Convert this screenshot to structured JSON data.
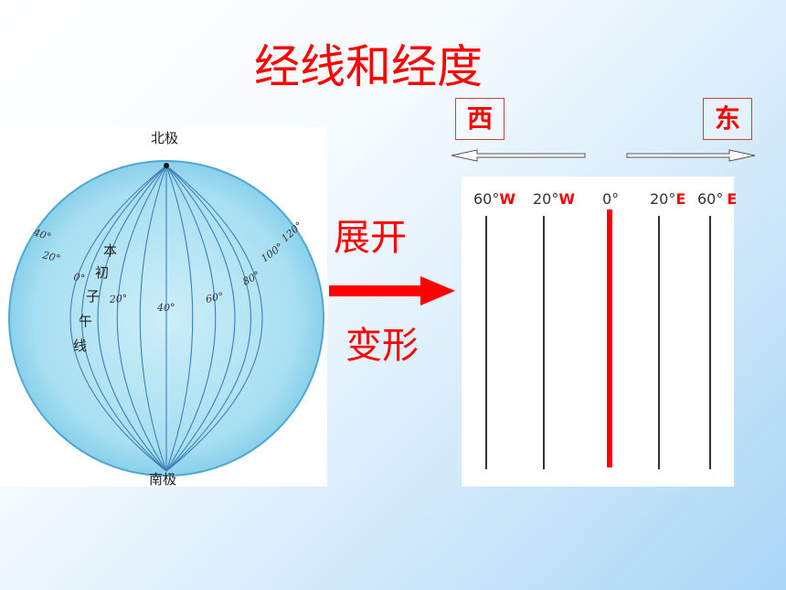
{
  "title": "经线和经度",
  "direction": {
    "west": "西",
    "east": "东"
  },
  "globe": {
    "north_pole": "北极",
    "south_pole": "南极",
    "prime_meridian_label": [
      "本",
      "初",
      "子",
      "午",
      "线"
    ],
    "degree_labels": [
      "40°",
      "20°",
      "0°",
      "20°",
      "40°",
      "60°",
      "80°",
      "100°",
      "120°"
    ]
  },
  "process": {
    "unfold": "展开",
    "arrow": "right-arrow-icon",
    "deform": "变形"
  },
  "strip": {
    "labels": [
      {
        "num": "60°",
        "dir": "W"
      },
      {
        "num": "20°",
        "dir": "W"
      },
      {
        "num": "0°",
        "dir": ""
      },
      {
        "num": "20°",
        "dir": "E"
      },
      {
        "num": "60°",
        "dir": "E"
      }
    ]
  },
  "colors": {
    "accent": "#ff0000",
    "globe_fill": "#9fd9ef",
    "globe_line": "#3f7fb3"
  }
}
